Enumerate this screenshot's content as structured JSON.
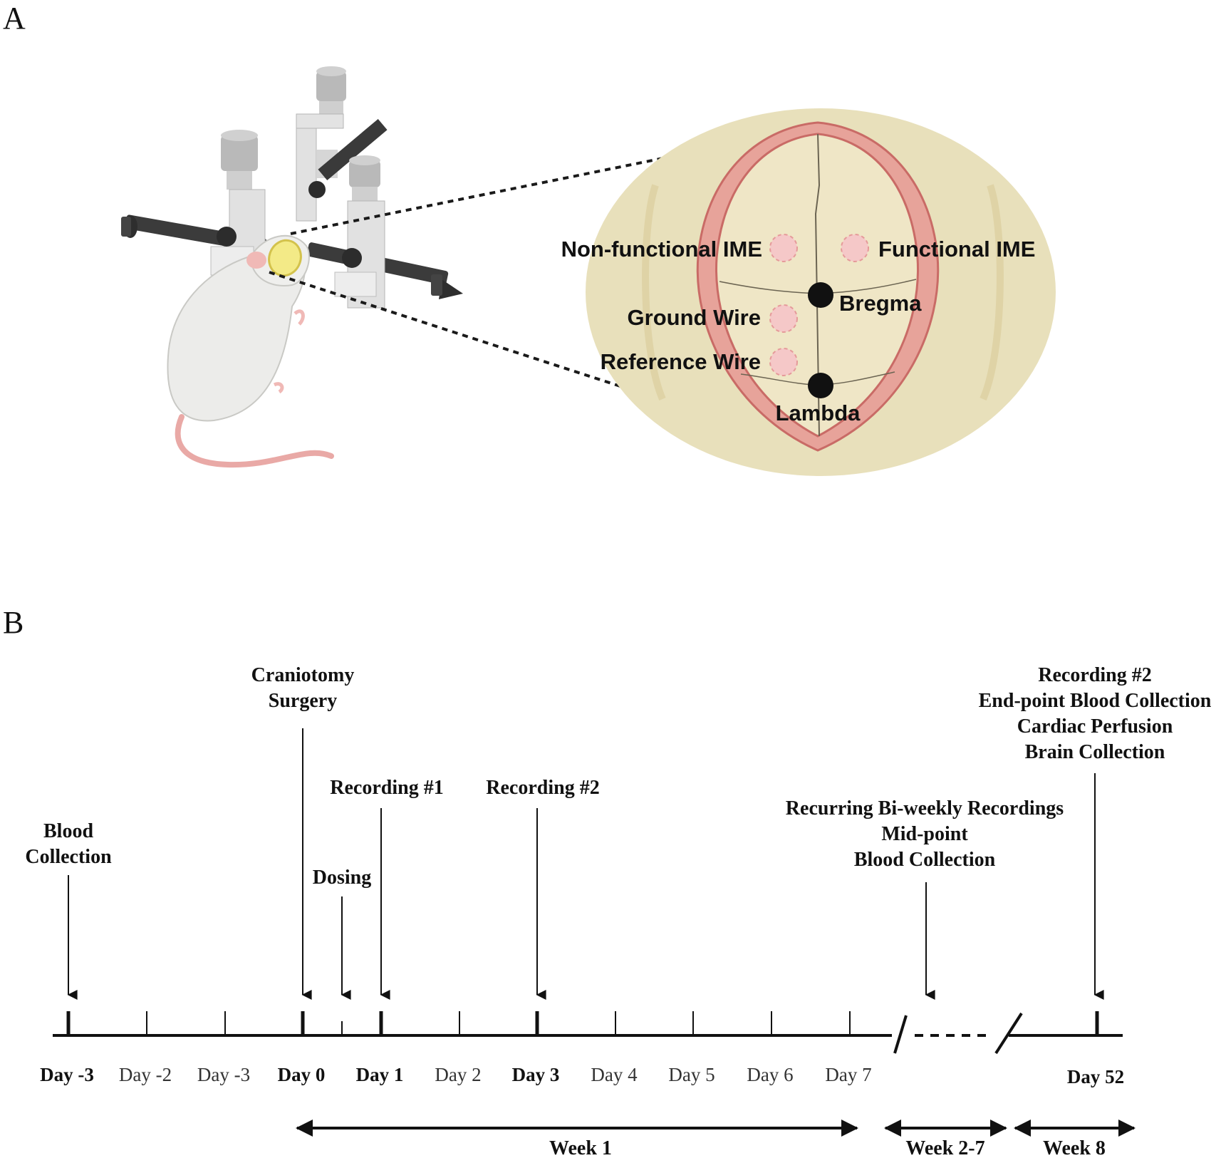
{
  "panel_a": {
    "letter": "A",
    "labels": {
      "non_functional_ime": "Non-functional IME",
      "functional_ime": "Functional IME",
      "bregma": "Bregma",
      "ground_wire": "Ground Wire",
      "reference_wire": "Reference Wire",
      "lambda": "Lambda"
    },
    "colors": {
      "skull_bone": "#efe6c6",
      "skull_halo": "#e7dfb9",
      "skull_rim": "#d97a7a",
      "electrode_site": "#f5c8c8",
      "landmark_dot": "#111111"
    }
  },
  "panel_b": {
    "letter": "B",
    "events": [
      {
        "lines": [
          "Blood",
          "Collection"
        ]
      },
      {
        "lines": [
          "Craniotomy",
          "Surgery"
        ]
      },
      {
        "lines": [
          "Dosing"
        ]
      },
      {
        "lines": [
          "Recording #1"
        ]
      },
      {
        "lines": [
          "Recording #2"
        ]
      },
      {
        "lines": [
          "Recurring Bi-weekly Recordings",
          "Mid-point",
          "Blood Collection"
        ]
      },
      {
        "lines": [
          "Recording #2",
          "End-point Blood Collection",
          "Cardiac Perfusion",
          "Brain Collection"
        ]
      }
    ],
    "days": [
      {
        "label": "Day -3",
        "bold": true
      },
      {
        "label": "Day -2",
        "bold": false
      },
      {
        "label": "Day -3",
        "bold": false
      },
      {
        "label": "Day 0",
        "bold": true
      },
      {
        "label": "Day 1",
        "bold": true
      },
      {
        "label": "Day 2",
        "bold": false
      },
      {
        "label": "Day 3",
        "bold": true
      },
      {
        "label": "Day 4",
        "bold": false
      },
      {
        "label": "Day 5",
        "bold": false
      },
      {
        "label": "Day 6",
        "bold": false
      },
      {
        "label": "Day 7",
        "bold": false
      },
      {
        "label": "Day 52",
        "bold": true
      }
    ],
    "weeks": [
      {
        "label": "Week 1"
      },
      {
        "label": "Week 2-7"
      },
      {
        "label": "Week 8"
      }
    ]
  }
}
